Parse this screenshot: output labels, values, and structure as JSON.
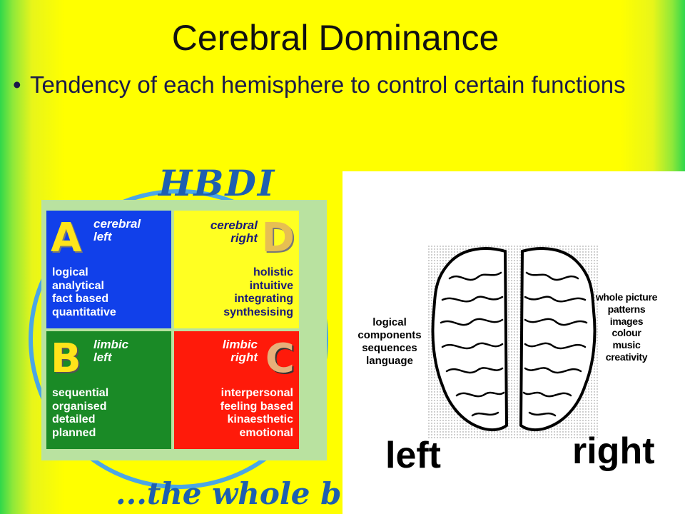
{
  "slide": {
    "title": "Cerebral Dominance",
    "bullet": "Tendency of each hemisphere to control certain functions",
    "colors": {
      "background": "#ffff00",
      "edge": "#2fd84a"
    }
  },
  "hbdi": {
    "logo": "HBDI",
    "tagline": "...the whole brain",
    "quadrants": [
      {
        "letter": "A",
        "label": "cerebral\nleft",
        "items": [
          "logical",
          "analytical",
          "fact based",
          "quantitative"
        ],
        "color": "#1140ea"
      },
      {
        "letter": "D",
        "label": "cerebral\nright",
        "items": [
          "holistic",
          "intuitive",
          "integrating",
          "synthesising"
        ],
        "color": "#ffff22"
      },
      {
        "letter": "B",
        "label": "limbic\nleft",
        "items": [
          "sequential",
          "organised",
          "detailed",
          "planned"
        ],
        "color": "#1a8a26"
      },
      {
        "letter": "C",
        "label": "limbic\nright",
        "items": [
          "interpersonal",
          "feeling based",
          "kinaesthetic",
          "emotional"
        ],
        "color": "#ff1a0a"
      }
    ]
  },
  "brain": {
    "left_traits": [
      "logical",
      "components",
      "sequences",
      "language"
    ],
    "right_traits": [
      "whole picture",
      "patterns",
      "images",
      "colour",
      "music",
      "creativity"
    ],
    "left_label": "left",
    "right_label": "right"
  }
}
